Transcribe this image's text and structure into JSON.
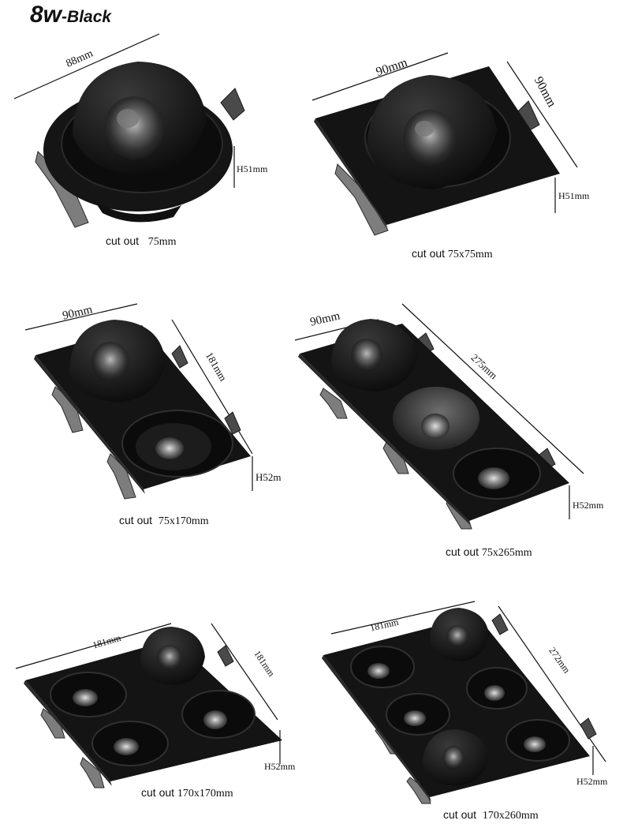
{
  "title": {
    "wattage": "8w",
    "color": "-Black"
  },
  "products": [
    {
      "id": "round-single",
      "width": "88mm",
      "height": "H51mm",
      "cutout_label": "cut out",
      "cutout_value": "75mm"
    },
    {
      "id": "square-single",
      "width": "90mm",
      "depth": "90mm",
      "height": "H51mm",
      "cutout_label": "cut out",
      "cutout_value": "75x75mm"
    },
    {
      "id": "double",
      "width": "90mm",
      "length": "181mm",
      "height": "H52m",
      "cutout_label": "cut out",
      "cutout_value": "75x170mm"
    },
    {
      "id": "triple",
      "width": "90mm",
      "length": "275mm",
      "height": "H52mm",
      "cutout_label": "cut out",
      "cutout_value": "75x265mm"
    },
    {
      "id": "quad-square",
      "width": "181mm",
      "length": "181mm",
      "height": "H52mm",
      "cutout_label": "cut out",
      "cutout_value": "170x170mm"
    },
    {
      "id": "quad-rect",
      "width": "181mm",
      "length": "272mm",
      "height": "H52mm",
      "cutout_label": "cut out",
      "cutout_value": "170x260mm"
    }
  ],
  "colors": {
    "body": "#151515",
    "text": "#111111"
  }
}
